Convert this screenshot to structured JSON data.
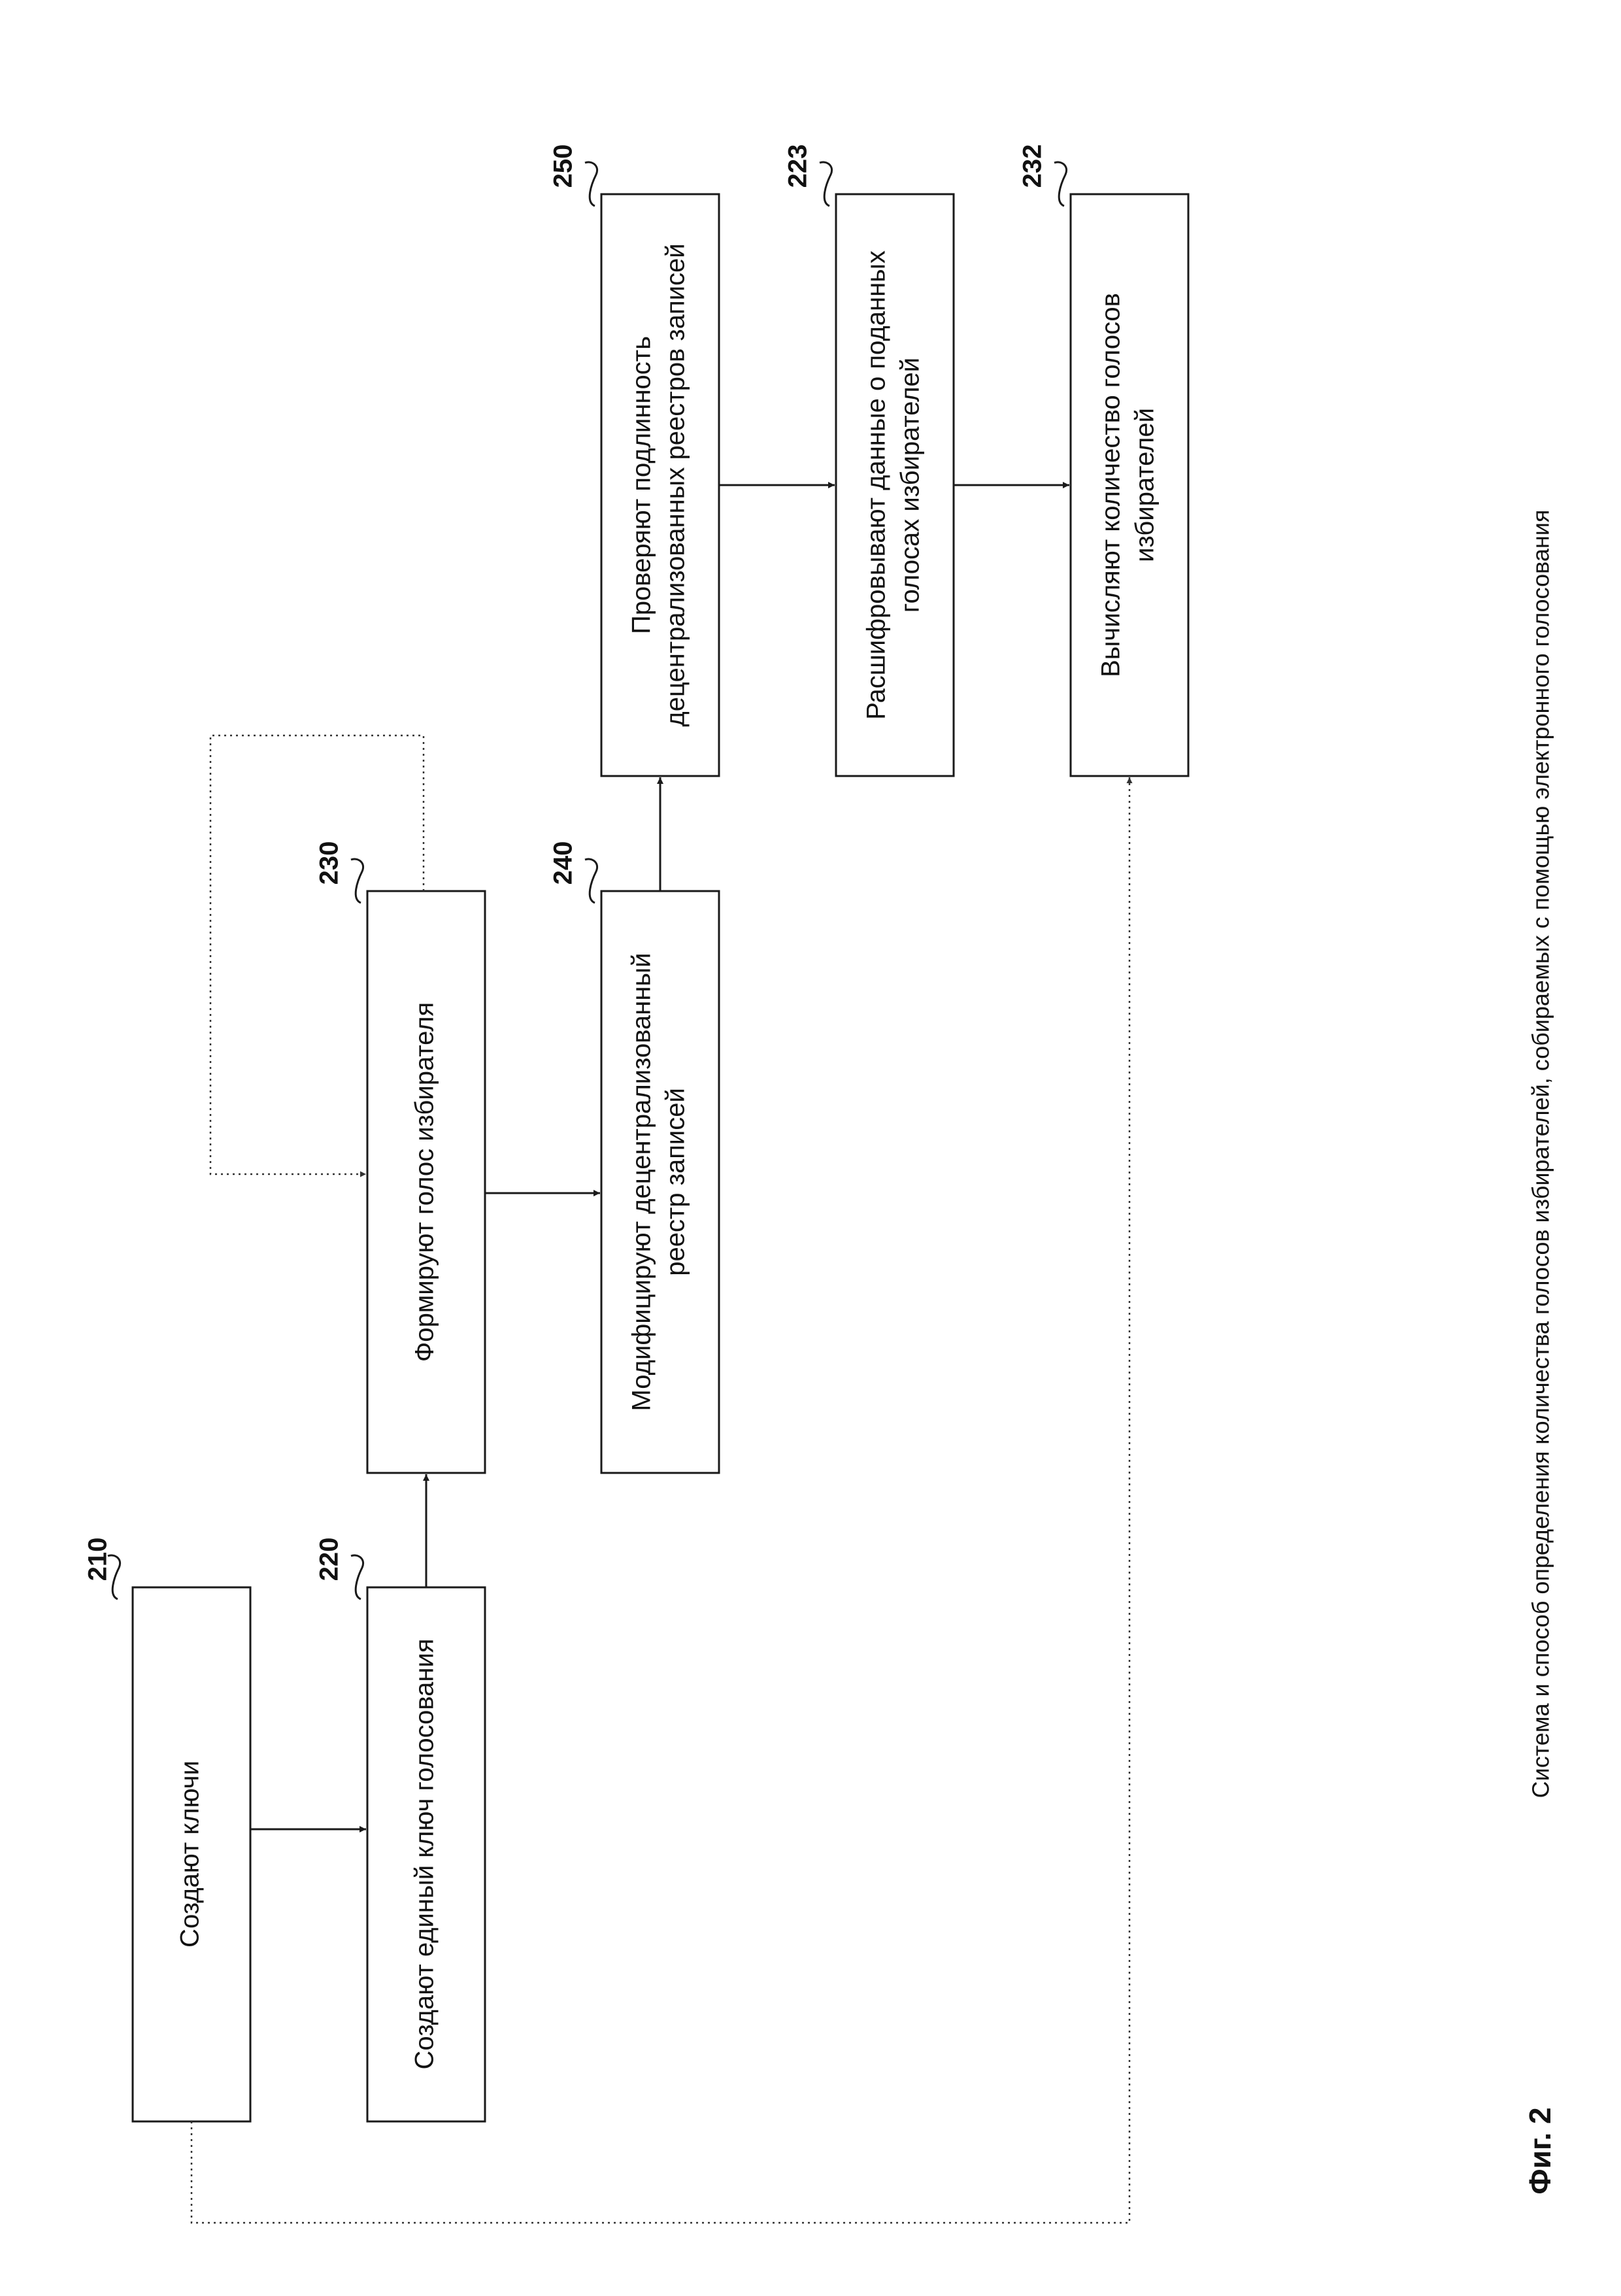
{
  "figure": {
    "label": "Фиг. 2",
    "caption": "Система и способ определения количества голосов избирателей, собираемых с помощью электронного голосования"
  },
  "steps": {
    "s210": {
      "ref": "210",
      "lines": [
        "Создают ключи"
      ]
    },
    "s220": {
      "ref": "220",
      "lines": [
        "Создают единый ключ голосования"
      ]
    },
    "s230": {
      "ref": "230",
      "lines": [
        "Формируют голос избирателя"
      ]
    },
    "s240": {
      "ref": "240",
      "lines": [
        "Модифицируют децентрализованный",
        "реестр записей"
      ]
    },
    "s250": {
      "ref": "250",
      "lines": [
        "Проверяют подлинность",
        "децентрализованных реестров записей"
      ]
    },
    "s223": {
      "ref": "223",
      "lines": [
        "Расшифровывают данные о поданных",
        "голосах избирателей"
      ]
    },
    "s232": {
      "ref": "232",
      "lines": [
        "Вычисляют количество голосов",
        "избирателей"
      ]
    }
  }
}
